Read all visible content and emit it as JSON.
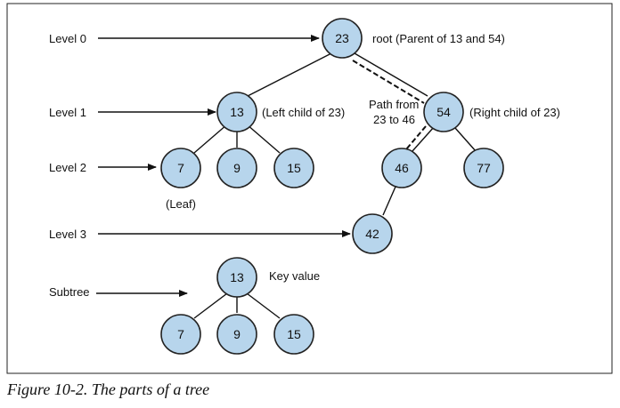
{
  "levels": [
    {
      "label": "Level 0"
    },
    {
      "label": "Level 1"
    },
    {
      "label": "Level 2"
    },
    {
      "label": "Level 3"
    }
  ],
  "subtree_label": "Subtree",
  "nodes": {
    "root": "23",
    "n13": "13",
    "n54": "54",
    "n7": "7",
    "n9": "9",
    "n15": "15",
    "n46": "46",
    "n77": "77",
    "n42": "42",
    "s13": "13",
    "s7": "7",
    "s9": "9",
    "s15": "15"
  },
  "annotations": {
    "root": "root (Parent of 13 and 54)",
    "left_child": "(Left child of 23)",
    "right_child": "(Right child of 23)",
    "path_line1": "Path from",
    "path_line2": "23 to 46",
    "leaf": "(Leaf)",
    "key_value": "Key value"
  },
  "caption": "Figure 10-2. The parts of a tree",
  "colors": {
    "node_fill": "#b7d5ec",
    "stroke": "#222222"
  }
}
